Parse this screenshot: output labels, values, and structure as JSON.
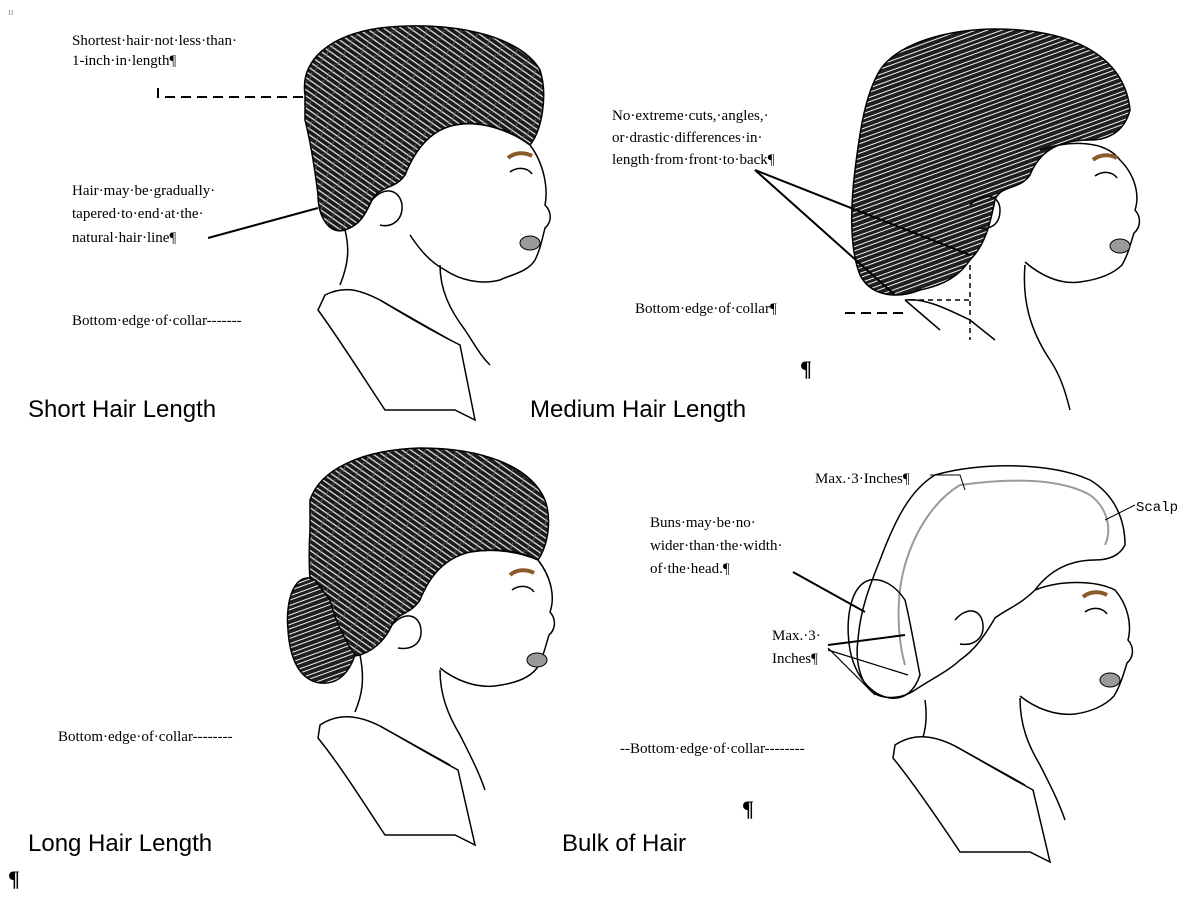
{
  "panels": {
    "short": {
      "title": "Short Hair Length",
      "label_shortest": [
        "Shortest·hair·not·less·than·",
        "1-inch·in·length¶"
      ],
      "label_taper": [
        "Hair·may·be·gradually·",
        "tapered·to·end·at·the·",
        "natural·hair·line¶"
      ],
      "label_collar": "Bottom·edge·of·collar-------"
    },
    "medium": {
      "title": "Medium Hair Length",
      "label_cuts": [
        "No·extreme·cuts,·angles,·",
        "or·drastic·differences·in·",
        "length·from·front·to·back¶"
      ],
      "label_collar": "Bottom·edge·of·collar¶",
      "pilcrow": "¶"
    },
    "long": {
      "title": "Long Hair Length",
      "label_collar": "Bottom·edge·of·collar--------"
    },
    "bulk": {
      "title": "Bulk of Hair",
      "label_max_top": "Max.·3·Inches¶",
      "label_scalp": "Scalp",
      "label_buns": [
        "Buns·may·be·no·",
        "wider·than·the·width·",
        "of·the·head.¶"
      ],
      "label_max_side": [
        "Max.·3·",
        "Inches¶"
      ],
      "label_collar": "--Bottom·edge·of·collar--------",
      "pilcrow": "¶"
    }
  },
  "page_pilcrow": "¶",
  "top_mark": "ıı",
  "colors": {
    "hair_dark": "#1a1a1a",
    "hair_highlight": "#e8e8e8",
    "eyebrow": "#8a5a2b",
    "lips": "#9a9a9a",
    "scalp_line": "#9a9a9a"
  }
}
